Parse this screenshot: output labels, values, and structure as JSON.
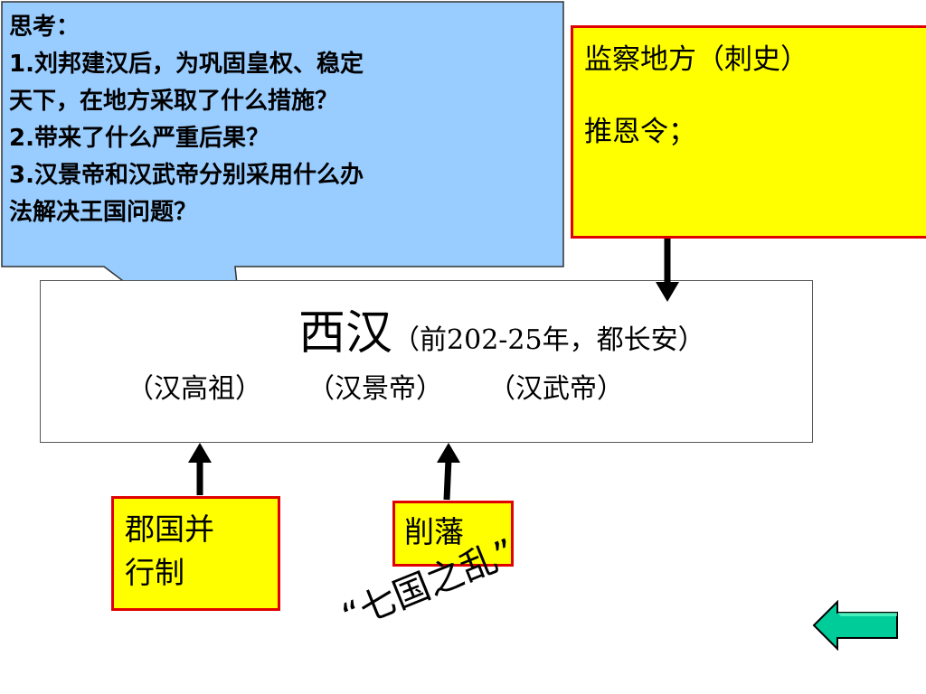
{
  "callout": {
    "lines": [
      "思考：",
      "1.刘邦建汉后，为巩固皇权、稳定",
      "天下，在地方采取了什么措施？",
      "2.带来了什么严重后果？",
      "3.汉景帝和汉武帝分别采用什么办",
      "法解决王国问题？"
    ],
    "fill_color": "#99ccff"
  },
  "supervise_box": {
    "line1": "监察地方（刺史）",
    "line2": "推恩令；"
  },
  "main": {
    "title": "西汉",
    "subtitle": "（前202-25年，都长安）",
    "emperors": [
      "（汉高祖）",
      "（汉景帝）",
      "（汉武帝）"
    ]
  },
  "junguo_box": {
    "line1": "郡国并",
    "line2": "行制"
  },
  "xuefan_box": {
    "label": "削藩"
  },
  "rebellion_label": "“七国之乱”",
  "nav": {
    "back_icon": "left-arrow-icon",
    "back_color": "#00cc99"
  },
  "colors": {
    "callout": "#99ccff",
    "highlight": "#ffff00",
    "border": "#e00000"
  }
}
